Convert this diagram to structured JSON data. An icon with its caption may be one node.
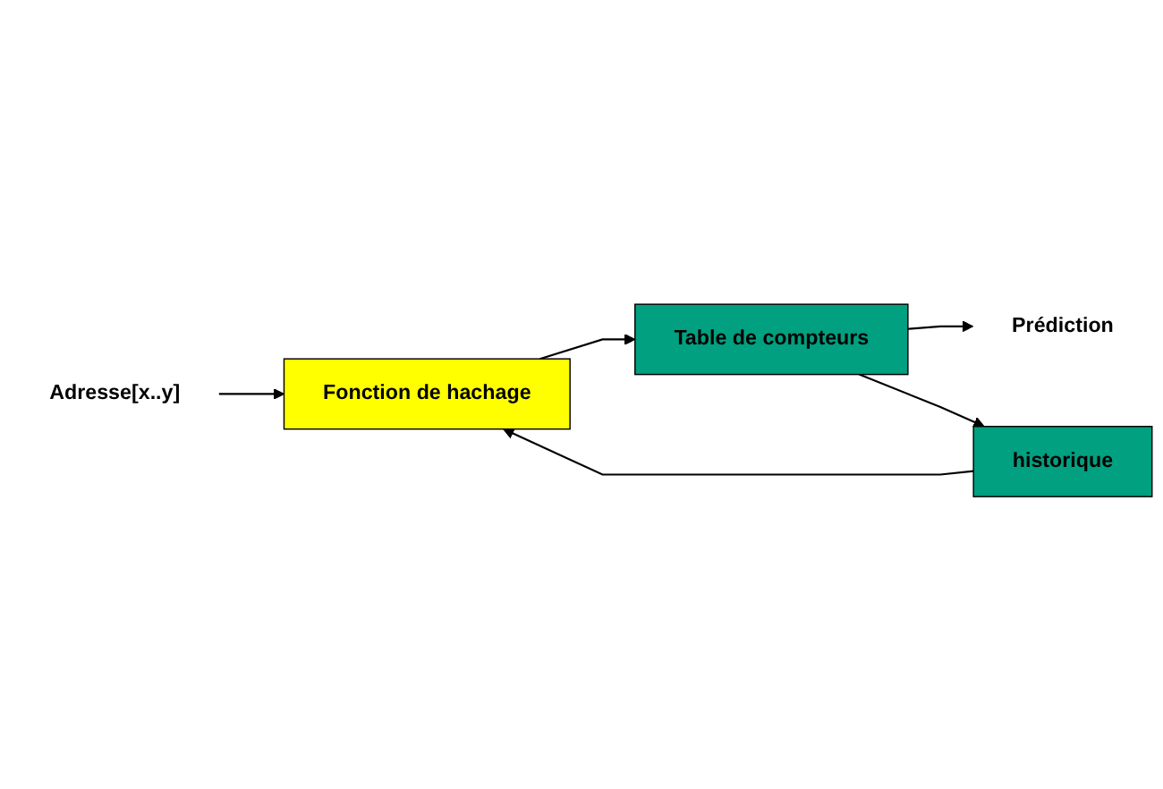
{
  "diagram": {
    "nodes": [
      {
        "text": [
          "Adresse[x..y]"
        ]
      },
      {
        "text": [
          "historique"
        ]
      },
      {
        "text": [
          "Fonction de hachage"
        ]
      },
      {
        "text": [
          "Table de compteurs"
        ]
      },
      {
        "text": [
          "Prédiction"
        ]
      }
    ],
    "edges": [
      {
        "from": 0,
        "to": 2,
        "arrow": "to"
      },
      {
        "from": 1,
        "to": 2,
        "arrow": "to"
      },
      {
        "from": 2,
        "to": 3,
        "arrow": "to"
      },
      {
        "from": 3,
        "to": 4,
        "arrow": "to"
      },
      {
        "from": 3,
        "to": 1,
        "arrow": "to"
      }
    ]
  }
}
